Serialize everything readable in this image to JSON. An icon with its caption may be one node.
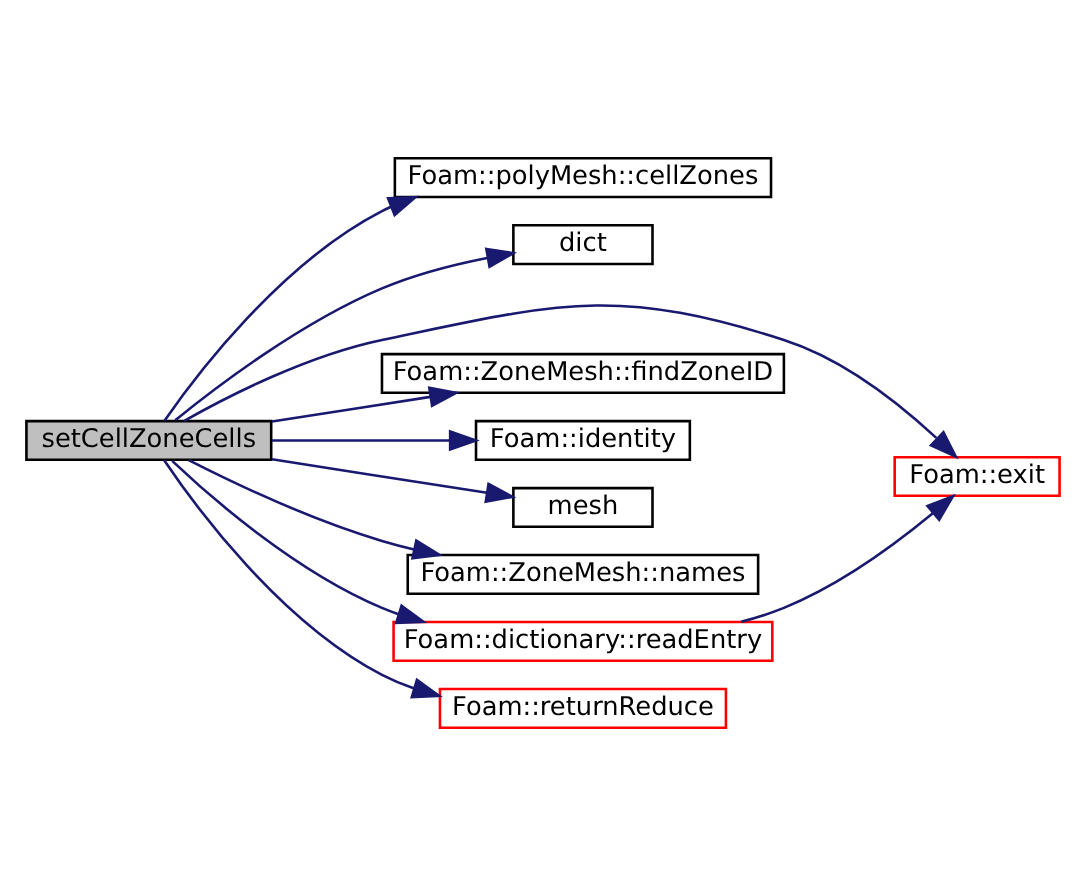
{
  "diagram": {
    "nodes": [
      {
        "text": [
          "setCellZoneCells"
        ]
      },
      {
        "text": [
          "Foam::polyMesh::cellZones"
        ]
      },
      {
        "text": [
          "dict"
        ]
      },
      {
        "text": [
          "Foam::exit"
        ]
      },
      {
        "text": [
          "Foam::ZoneMesh::findZoneID"
        ]
      },
      {
        "text": [
          "Foam::identity"
        ]
      },
      {
        "text": [
          "mesh"
        ]
      },
      {
        "text": [
          "Foam::ZoneMesh::names"
        ]
      },
      {
        "text": [
          "Foam::dictionary::readEntry"
        ]
      },
      {
        "text": [
          "Foam::returnReduce"
        ]
      }
    ],
    "edges": [
      {
        "from": 0,
        "to": 1,
        "arrow": "to"
      },
      {
        "from": 0,
        "to": 2,
        "arrow": "to"
      },
      {
        "from": 0,
        "to": 3,
        "arrow": "to"
      },
      {
        "from": 0,
        "to": 4,
        "arrow": "to"
      },
      {
        "from": 0,
        "to": 5,
        "arrow": "to"
      },
      {
        "from": 0,
        "to": 6,
        "arrow": "to"
      },
      {
        "from": 0,
        "to": 7,
        "arrow": "to"
      },
      {
        "from": 0,
        "to": 8,
        "arrow": "to"
      },
      {
        "from": 0,
        "to": 9,
        "arrow": "to"
      },
      {
        "from": 8,
        "to": 3,
        "arrow": "to"
      }
    ]
  }
}
